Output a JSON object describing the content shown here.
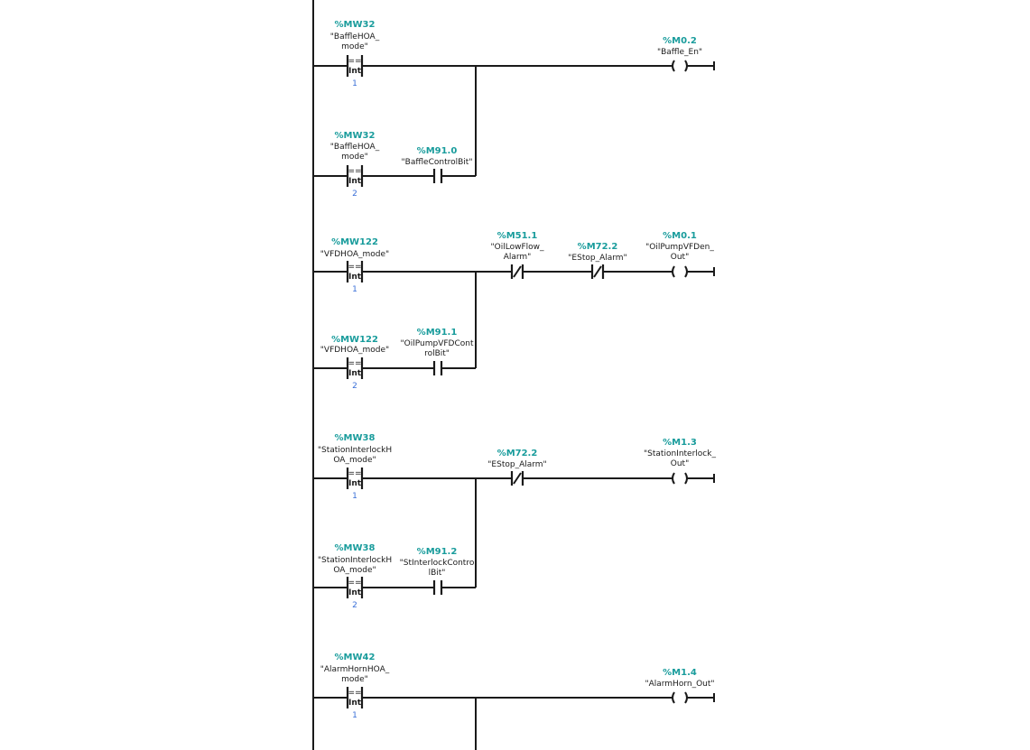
{
  "networks": [
    {
      "compare": {
        "address": "%MW32",
        "tag": [
          "\"BaffleHOA_",
          "mode\""
        ],
        "op": "==",
        "type": "Int",
        "value": "1"
      },
      "coil": {
        "address": "%M0.2",
        "tag": [
          "\"Baffle_En\""
        ]
      }
    },
    {
      "compare": {
        "address": "%MW32",
        "tag": [
          "\"BaffleHOA_",
          "mode\""
        ],
        "op": "==",
        "type": "Int",
        "value": "2"
      },
      "contact": {
        "address": "%M91.0",
        "tag": [
          "\"BaffleControlBit\""
        ]
      }
    },
    {
      "compare": {
        "address": "%MW122",
        "tag": [
          "\"VFDHOA_mode\""
        ],
        "op": "==",
        "type": "Int",
        "value": "1"
      },
      "series": [
        {
          "address": "%M51.1",
          "tag": [
            "\"OilLowFlow_",
            "Alarm\""
          ]
        },
        {
          "address": "%M72.2",
          "tag": [
            "\"EStop_Alarm\""
          ]
        }
      ],
      "coil": {
        "address": "%M0.1",
        "tag": [
          "\"OilPumpVFDen_",
          "Out\""
        ]
      }
    },
    {
      "compare": {
        "address": "%MW122",
        "tag": [
          "\"VFDHOA_mode\""
        ],
        "op": "==",
        "type": "Int",
        "value": "2"
      },
      "contact": {
        "address": "%M91.1",
        "tag": [
          "\"OilPumpVFDCont",
          "rolBit\""
        ]
      }
    },
    {
      "compare": {
        "address": "%MW38",
        "tag": [
          "\"StationInterlockH",
          "OA_mode\""
        ],
        "op": "==",
        "type": "Int",
        "value": "1"
      },
      "series": [
        {
          "address": "%M72.2",
          "tag": [
            "\"EStop_Alarm\""
          ]
        }
      ],
      "coil": {
        "address": "%M1.3",
        "tag": [
          "\"StationInterlock_",
          "Out\""
        ]
      }
    },
    {
      "compare": {
        "address": "%MW38",
        "tag": [
          "\"StationInterlockH",
          "OA_mode\""
        ],
        "op": "==",
        "type": "Int",
        "value": "2"
      },
      "contact": {
        "address": "%M91.2",
        "tag": [
          "\"StInterlockContro",
          "lBit\""
        ]
      }
    },
    {
      "compare": {
        "address": "%MW42",
        "tag": [
          "\"AlarmHornHOA_",
          "mode\""
        ],
        "op": "==",
        "type": "Int",
        "value": "1"
      },
      "coil": {
        "address": "%M1.4",
        "tag": [
          "\"AlarmHorn_Out\""
        ]
      }
    }
  ]
}
